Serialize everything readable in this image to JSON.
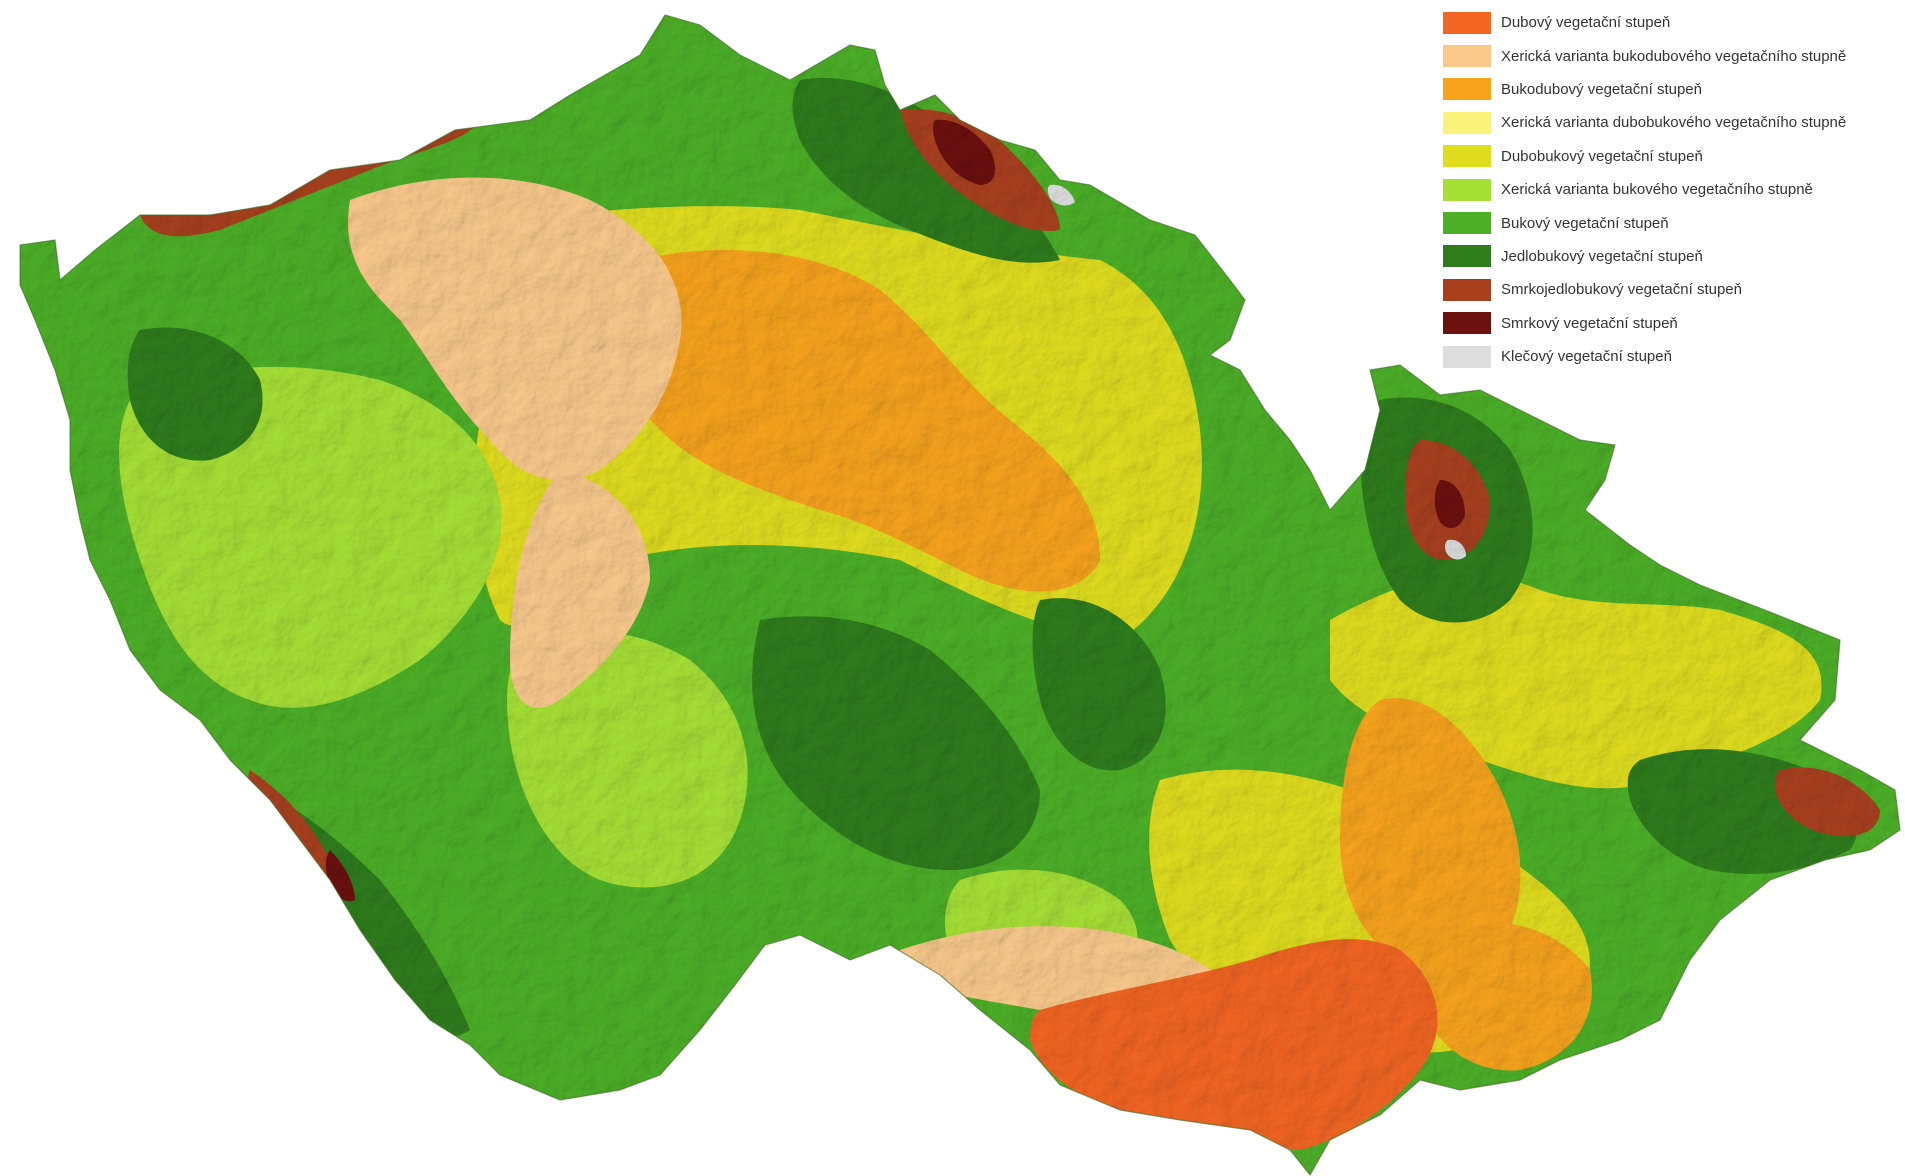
{
  "legend": {
    "items": [
      {
        "label": "Dubový vegetační stupeň",
        "color": "#F26522"
      },
      {
        "label": "Xerická varianta bukodubového vegetačního stupně",
        "color": "#F9C98C"
      },
      {
        "label": "Bukodubový vegetační stupeň",
        "color": "#F7A31C"
      },
      {
        "label": "Xerická varianta dubobukového vegetačního stupně",
        "color": "#FAF27A"
      },
      {
        "label": "Dubobukový vegetační stupeň",
        "color": "#E0DD1E"
      },
      {
        "label": "Xerická varianta bukového vegetačního stupně",
        "color": "#A6E035"
      },
      {
        "label": "Bukový vegetační stupeň",
        "color": "#4CAF27"
      },
      {
        "label": "Jedlobukový vegetační stupeň",
        "color": "#2E7C1C"
      },
      {
        "label": "Smrkojedlobukový vegetační stupeň",
        "color": "#A8401E"
      },
      {
        "label": "Smrkový vegetační stupeň",
        "color": "#6B0F0F"
      },
      {
        "label": "Klečový vegetační stupeň",
        "color": "#DDDDDD"
      }
    ]
  }
}
